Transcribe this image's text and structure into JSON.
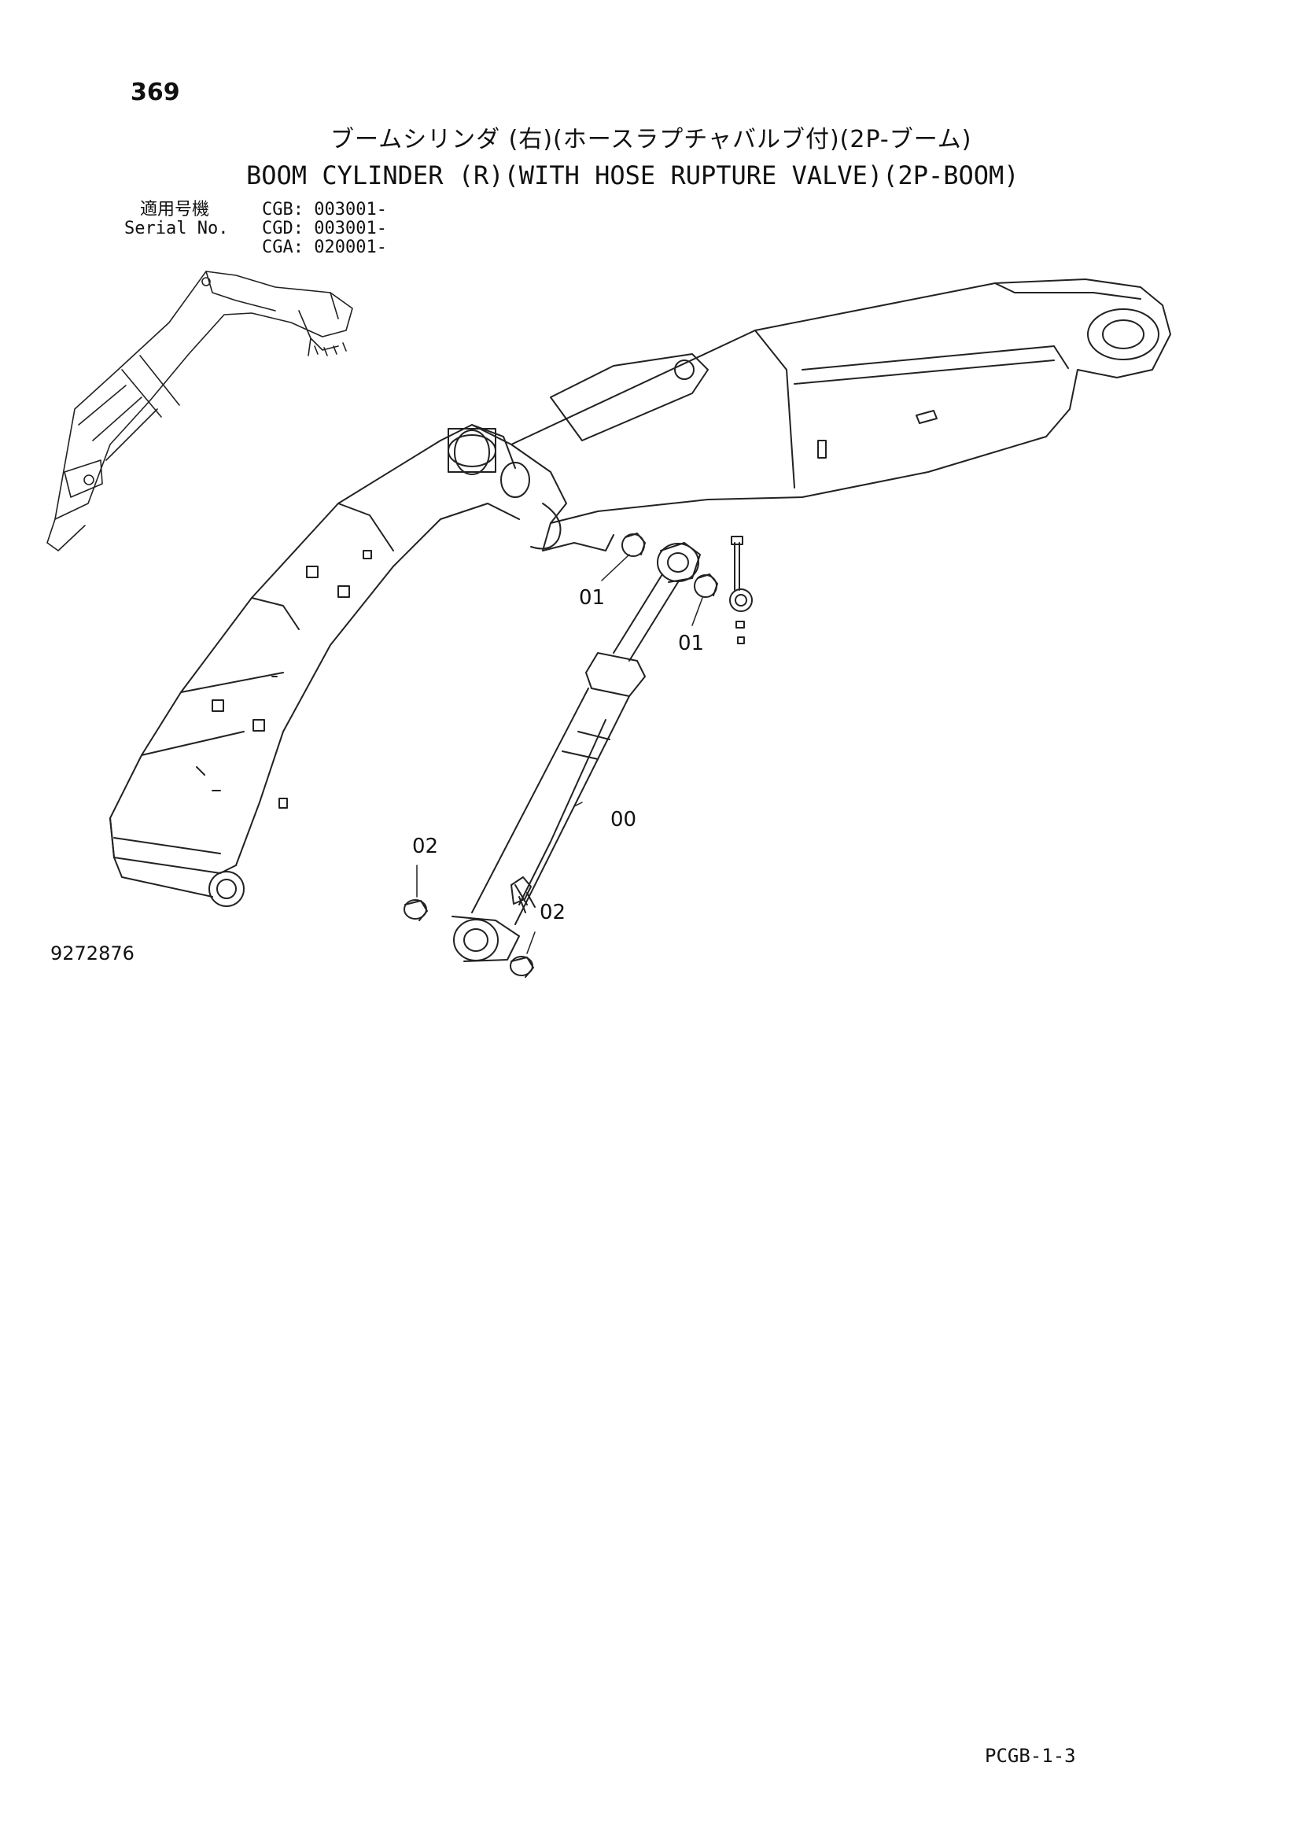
{
  "header": {
    "page_number": "369",
    "title_jp": "ブームシリンダ (右)(ホースラプチャバルブ付)(2P-ブーム)",
    "title_en": "BOOM CYLINDER (R)(WITH HOSE RUPTURE VALVE)(2P-BOOM)"
  },
  "serial": {
    "label_jp": "適用号機",
    "label_en": "Serial No.",
    "entries": [
      "CGB: 003001-",
      "CGD: 003001-",
      "CGA: 020001-"
    ]
  },
  "callouts": {
    "c00": "00",
    "c01a": "01",
    "c01b": "01",
    "c02a": "02",
    "c02b": "02"
  },
  "footer": {
    "drawing_number": "9272876",
    "page_code": "PCGB-1-3"
  }
}
